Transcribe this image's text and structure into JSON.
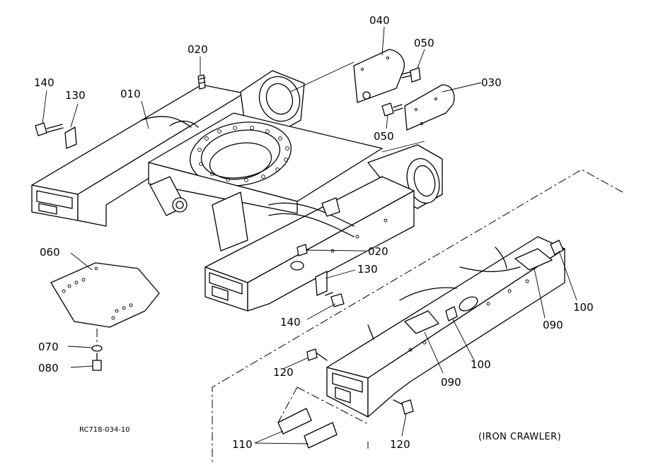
{
  "labels": {
    "p010": "010",
    "p020_top": "020",
    "p020_mid": "020",
    "p030": "030",
    "p040": "040",
    "p050_top": "050",
    "p050_bot": "050",
    "p060": "060",
    "p070": "070",
    "p080": "080",
    "p090_right": "090",
    "p090_mid": "090",
    "p100_right": "100",
    "p100_mid": "100",
    "p110": "110",
    "p120_left": "120",
    "p120_bot": "120",
    "p130_left": "130",
    "p130_mid": "130",
    "p140_left": "140",
    "p140_mid": "140"
  },
  "drawing_code": "RC718-034-10",
  "caption": "(IRON CRAWLER)"
}
